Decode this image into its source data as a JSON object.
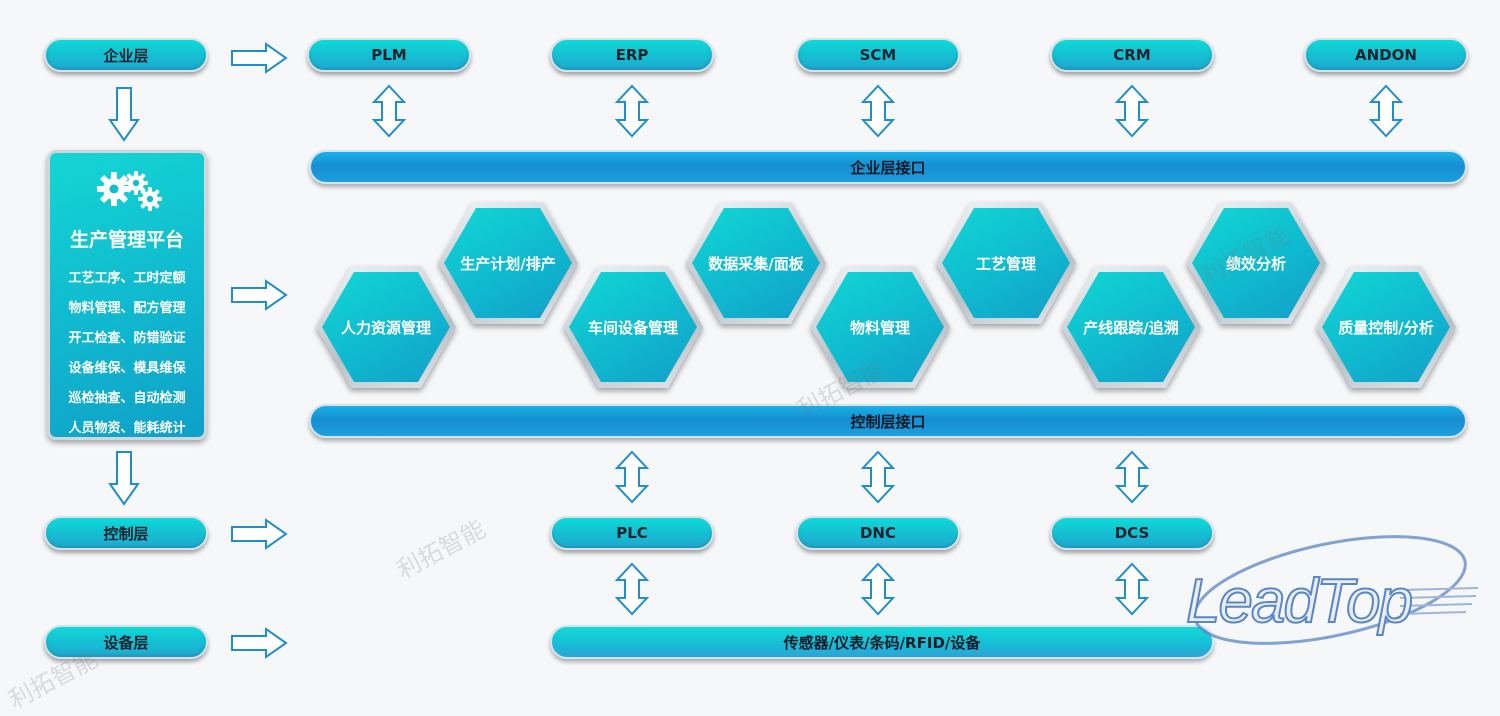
{
  "layers": {
    "enterprise": "企业层",
    "control": "控制层",
    "device": "设备层"
  },
  "enterprise_systems": [
    "PLM",
    "ERP",
    "SCM",
    "CRM",
    "ANDON"
  ],
  "interfaces": {
    "enterprise": "企业层接口",
    "control": "控制层接口"
  },
  "platform": {
    "title": "生产管理平台",
    "lines": [
      "工艺工序、工时定额",
      "物料管理、配方管理",
      "开工检查、防错验证",
      "设备维保、模具维保",
      "巡检抽查、自动检测",
      "人员物资、能耗统计"
    ]
  },
  "modules": [
    "人力资源管理",
    "生产计划/排产",
    "车间设备管理",
    "数据采集/面板",
    "物料管理",
    "工艺管理",
    "产线跟踪/追溯",
    "绩效分析",
    "质量控制/分析"
  ],
  "control_systems": [
    "PLC",
    "DNC",
    "DCS"
  ],
  "device_bar": "传感器/仪表/条码/RFID/设备",
  "watermarks": [
    "利拓智能",
    "利拓智能",
    "利拓智能",
    "利拓智能"
  ],
  "logo_text": "LeadTop",
  "colors": {
    "pill": "#13c2d2",
    "interface_bar": "#168ed2",
    "arrow": "#1e8fcb",
    "logo": "#5a86c4"
  },
  "icons": [
    "gears-icon",
    "arrow-right-icon",
    "arrow-down-icon",
    "double-arrow-vertical-icon"
  ]
}
